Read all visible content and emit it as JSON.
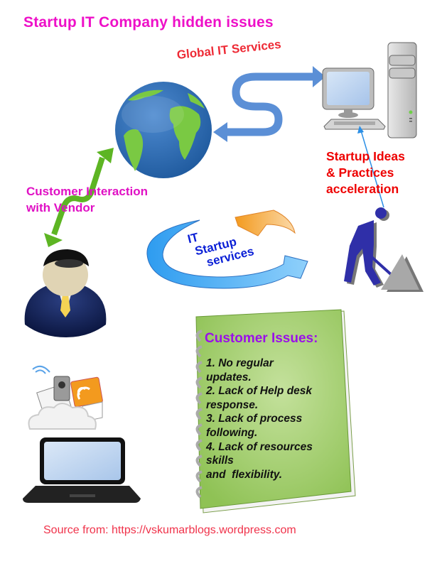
{
  "title": "Startup IT Company hidden issues",
  "labels": {
    "global_it_services": "Global IT Services",
    "startup_ideas": [
      "Startup Ideas",
      "& Practices",
      "acceleration"
    ],
    "customer_interaction": [
      "Customer Interaction",
      "with Vendor"
    ],
    "it_startup_services": [
      "IT",
      "Startup",
      "services"
    ]
  },
  "notebook": {
    "heading": "Customer Issues:",
    "lines": [
      "1. No regular",
      "updates.",
      "2. Lack of Help desk",
      "response.",
      "3. Lack of process",
      "following.",
      "4. Lack of resources",
      "skills",
      "and  flexibility."
    ]
  },
  "source": "Source from: https://vskumarblogs.wordpress.com",
  "icons": [
    "globe-icon",
    "desktop-computer-icon",
    "businessman-icon",
    "worker-digging-icon",
    "cycle-arrows-icon",
    "communication-cloud-icon",
    "laptop-icon",
    "notebook-icon"
  ],
  "colors": {
    "title": "#ee10c8",
    "global": "#ee2a35",
    "startup_ideas": "#ee0000",
    "interaction": "#e010c4",
    "cycle_text": "#0a1fd6",
    "issues_heading": "#9a10e8",
    "source": "#f0324a"
  }
}
